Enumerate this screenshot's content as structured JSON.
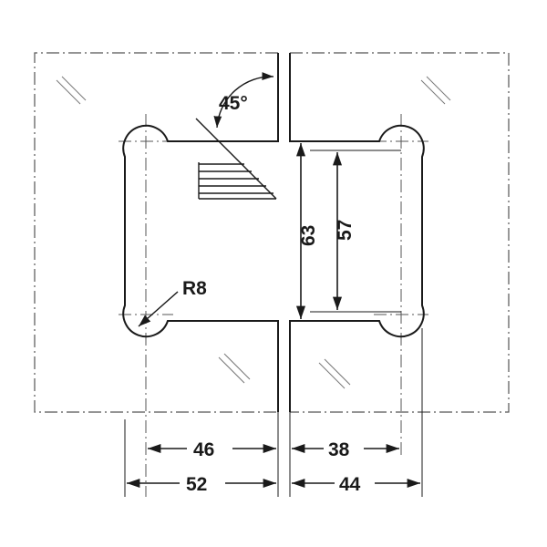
{
  "drawing": {
    "angle_label": "45°",
    "radius_label": "R8",
    "dimensions": {
      "outer_height": "63",
      "inner_height": "57",
      "left_inner_width": "46",
      "right_inner_width": "38",
      "left_outer_width": "52",
      "right_outer_width": "44"
    },
    "colors": {
      "line": "#1a1a1a",
      "glass": "#888888"
    }
  }
}
